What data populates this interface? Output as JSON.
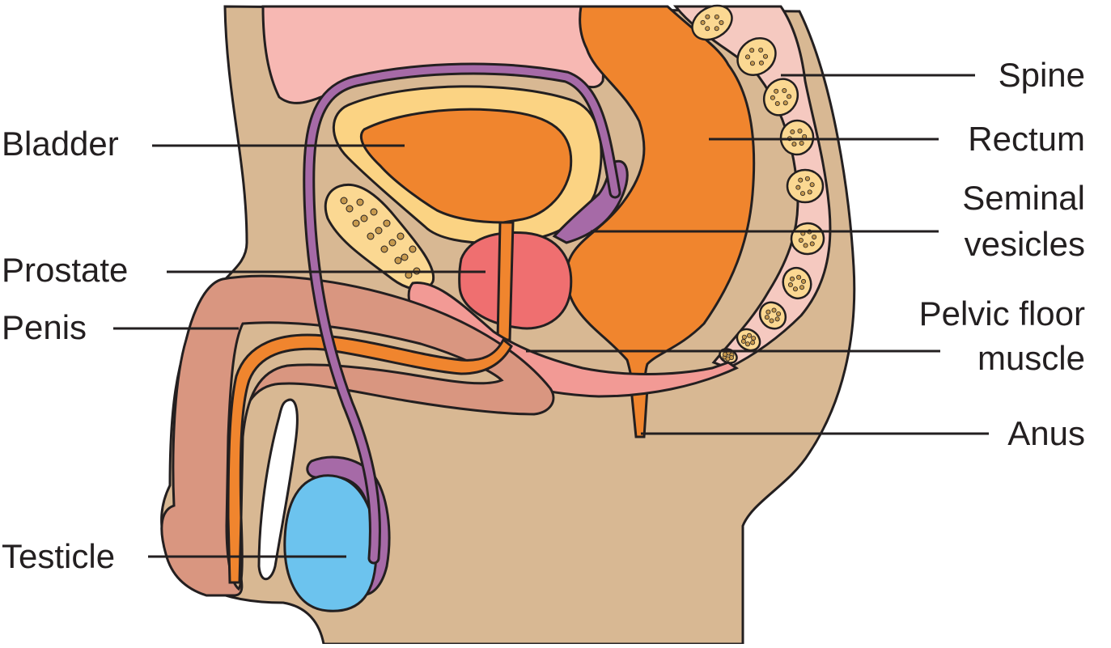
{
  "labels": {
    "bladder": "Bladder",
    "prostate": "Prostate",
    "penis": "Penis",
    "testicle": "Testicle",
    "spine": "Spine",
    "rectum": "Rectum",
    "seminal_vesicles_line1": "Seminal",
    "seminal_vesicles_line2": "vesicles",
    "pelvic_floor_line1": "Pelvic floor",
    "pelvic_floor_line2": "muscle",
    "anus": "Anus"
  },
  "colors": {
    "skin": "#d8b893",
    "intestine": "#f7b8b3",
    "organ_orange": "#f0852e",
    "bladder_wall": "#fbd383",
    "bone": "#fbd892",
    "bone_spots": "#c79a4e",
    "prostate": "#ef6f70",
    "pelvic_muscle": "#f29a95",
    "vas_purple": "#a66aa7",
    "penis_tissue": "#d99680",
    "testicle": "#6cc3ee",
    "outline": "#231f20"
  }
}
